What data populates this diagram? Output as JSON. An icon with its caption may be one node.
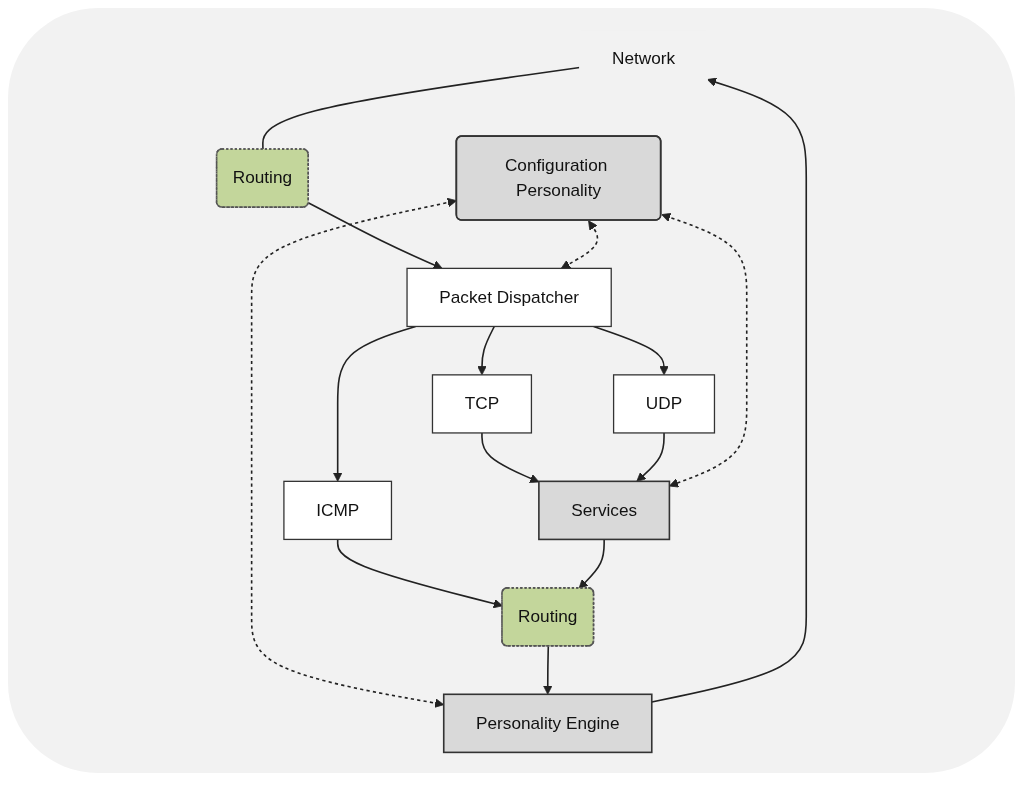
{
  "diagram": {
    "nodes": [
      {
        "text": [
          "Network"
        ]
      },
      {
        "text": [
          "Configuration Personality"
        ]
      },
      {
        "text": [
          "Routing"
        ]
      },
      {
        "text": [
          "Personality Engine"
        ]
      },
      {
        "text": [
          "Packet Dispatcher"
        ]
      },
      {
        "text": [
          "Routing"
        ]
      },
      {
        "text": [
          "ICMP"
        ]
      },
      {
        "text": [
          "TCP"
        ]
      },
      {
        "text": [
          "UDP"
        ]
      },
      {
        "text": [
          "Services"
        ]
      }
    ],
    "edges": [
      {
        "from": 0,
        "to": 2,
        "arrow": "none"
      },
      {
        "from": 3,
        "to": 0,
        "arrow": "to"
      },
      {
        "from": 1,
        "to": 3,
        "arrow": "both",
        "style": "dashed"
      },
      {
        "from": 2,
        "to": 4,
        "arrow": "to"
      },
      {
        "from": 1,
        "to": 4,
        "arrow": "both",
        "style": "dashed"
      },
      {
        "from": 4,
        "to": 6,
        "arrow": "to"
      },
      {
        "from": 4,
        "to": 7,
        "arrow": "to"
      },
      {
        "from": 4,
        "to": 8,
        "arrow": "to"
      },
      {
        "from": 7,
        "to": 9,
        "arrow": "to"
      },
      {
        "from": 8,
        "to": 9,
        "arrow": "to"
      },
      {
        "from": 1,
        "to": 9,
        "arrow": "both",
        "style": "dashed"
      },
      {
        "from": 6,
        "to": 5,
        "arrow": "to"
      },
      {
        "from": 9,
        "to": 5,
        "arrow": "to"
      },
      {
        "from": 5,
        "to": 3,
        "arrow": "to"
      }
    ]
  }
}
